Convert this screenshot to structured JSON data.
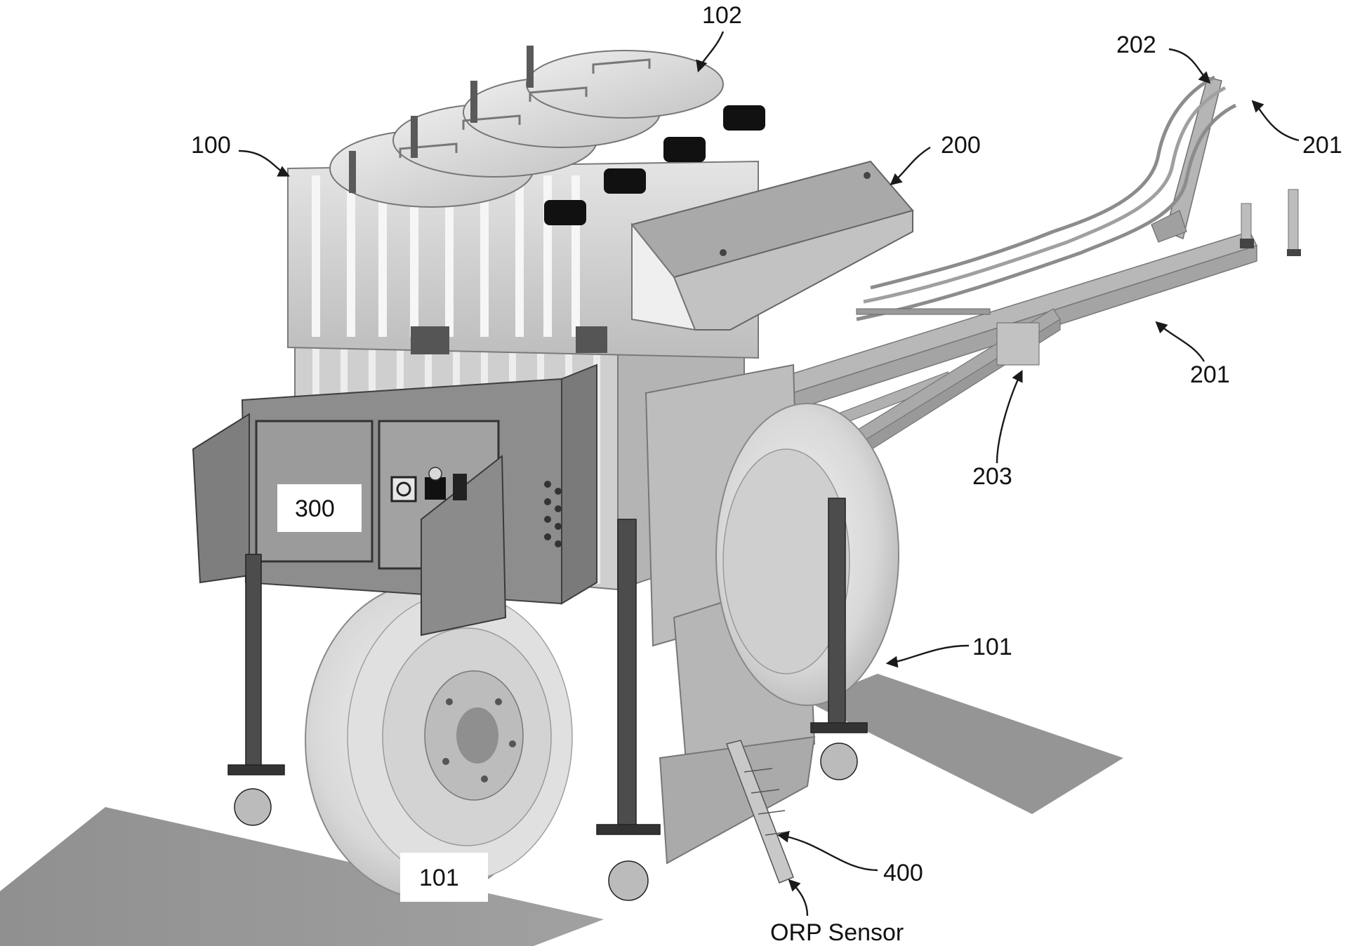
{
  "figure": {
    "labels": {
      "l100": "100",
      "l101_right": "101",
      "l101_bottom": "101",
      "l102": "102",
      "l200": "200",
      "l201_top": "201",
      "l201_mid": "201",
      "l202": "202",
      "l203": "203",
      "l300": "300",
      "l400": "400",
      "orp": "ORP Sensor"
    }
  }
}
